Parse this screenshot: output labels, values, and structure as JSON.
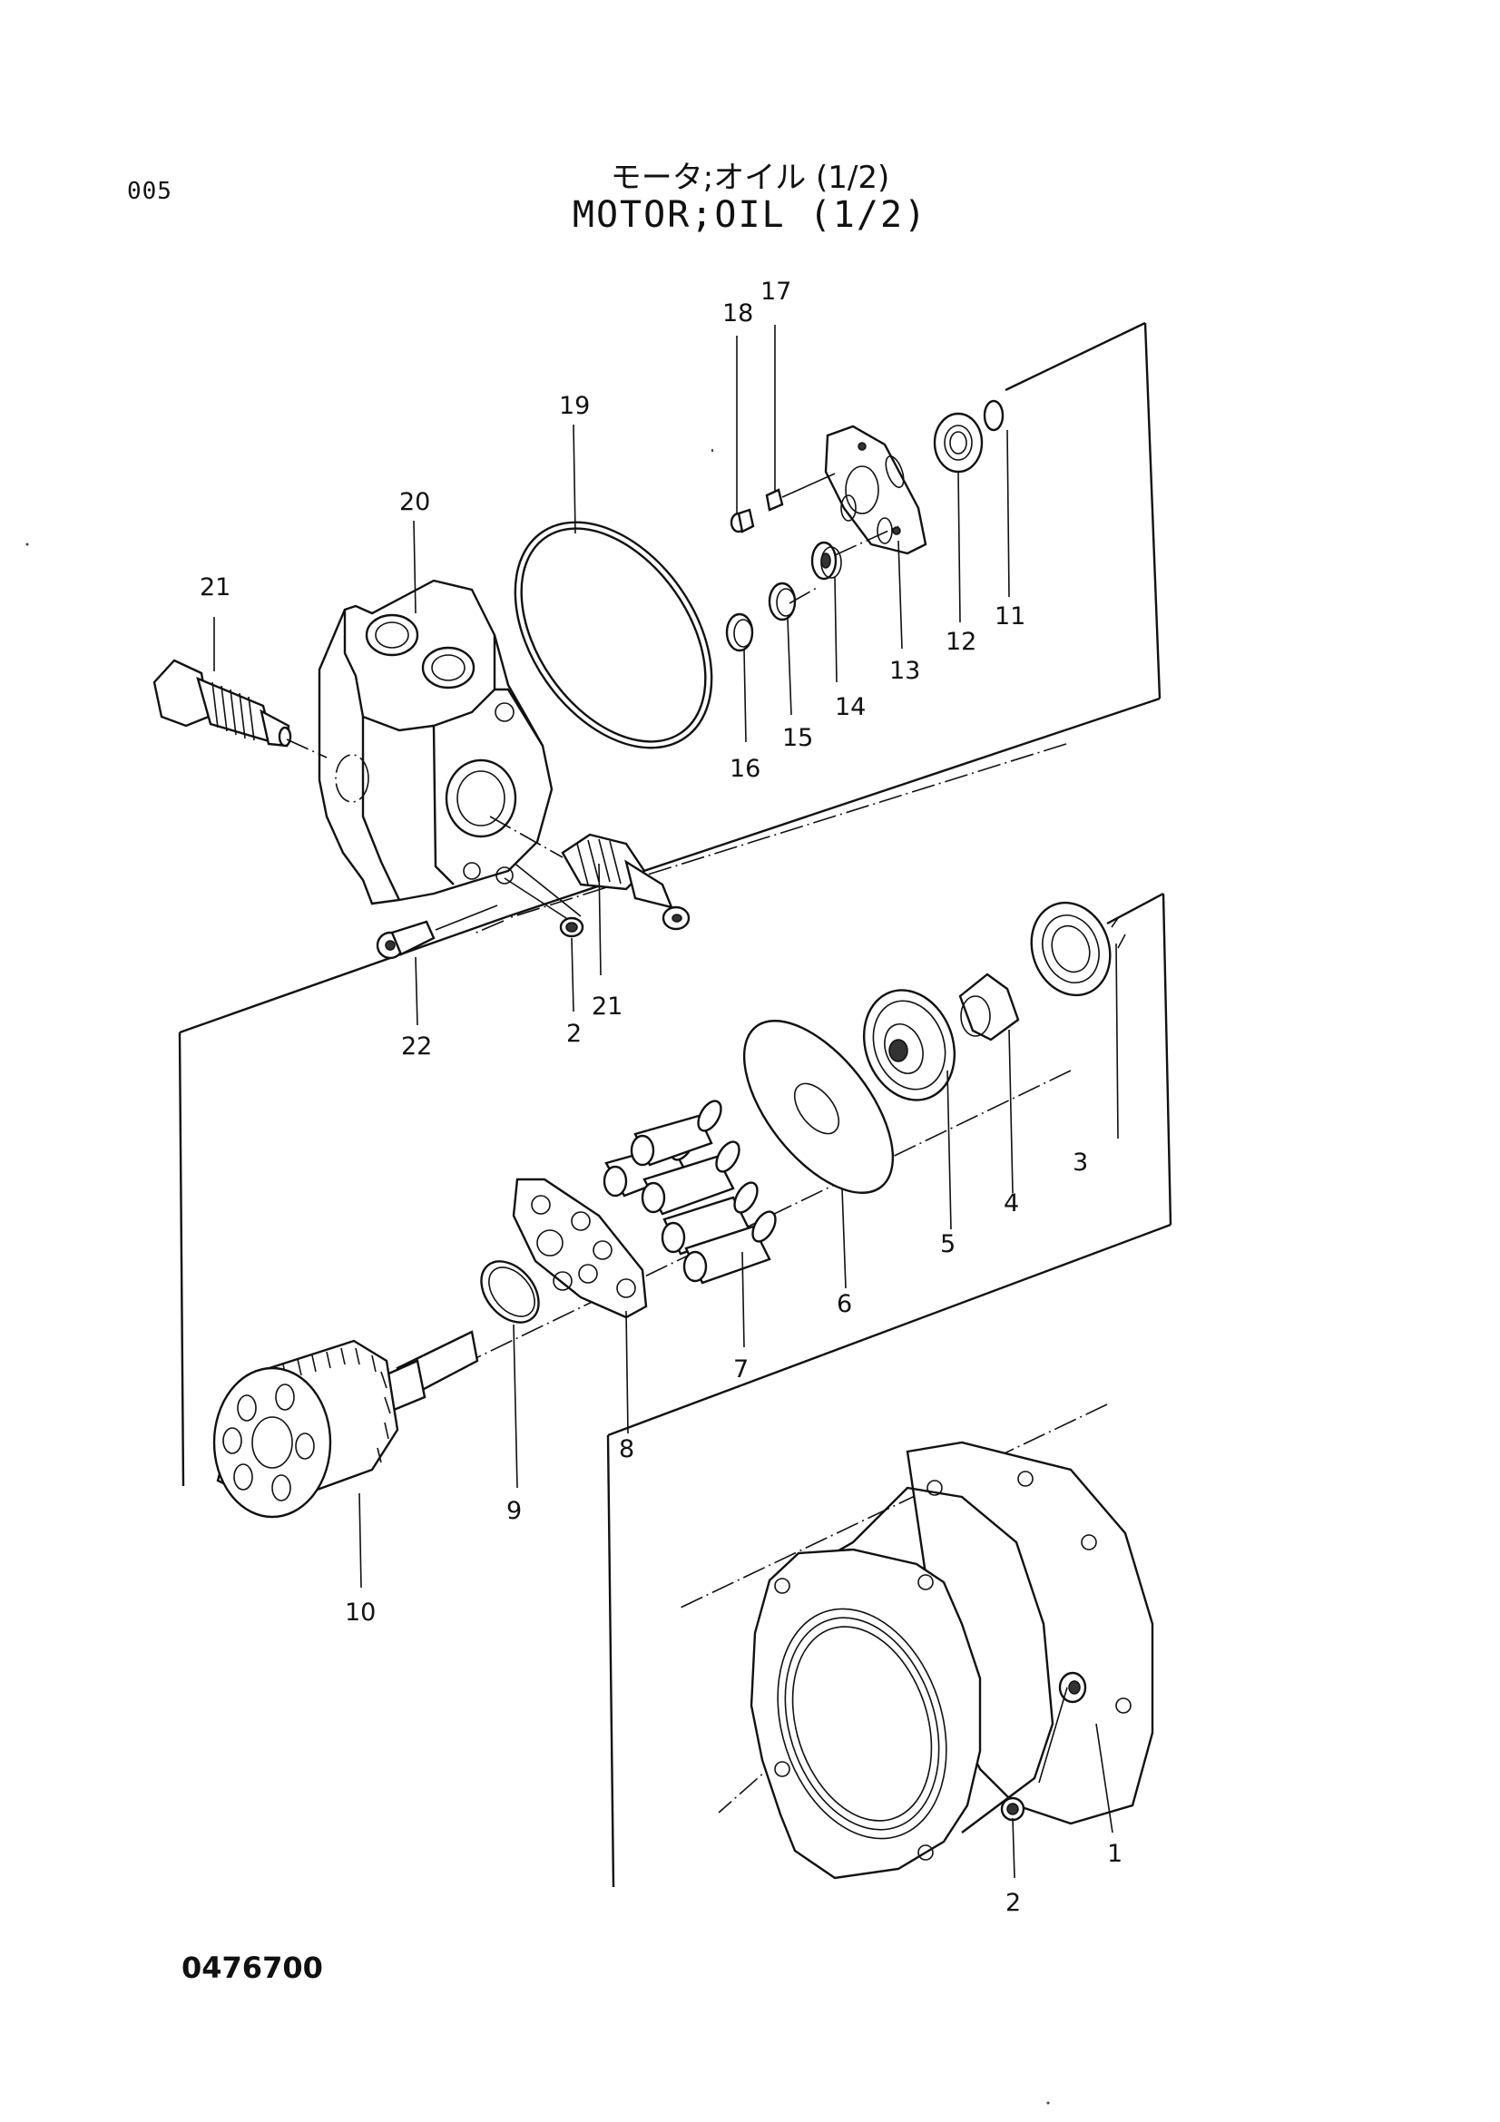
{
  "page_code": "005",
  "title_jp": "モータ;オイル (1/2)",
  "title_en": "MOTOR;OIL (1/2)",
  "drawing_number": "0476700",
  "callouts": {
    "c1": "1",
    "c2a": "2",
    "c2b": "2",
    "c3": "3",
    "c4": "4",
    "c5": "5",
    "c6": "6",
    "c7": "7",
    "c8": "8",
    "c9": "9",
    "c10": "10",
    "c11": "11",
    "c12": "12",
    "c13": "13",
    "c14": "14",
    "c15": "15",
    "c16": "16",
    "c17": "17",
    "c18": "18",
    "c19": "19",
    "c20": "20",
    "c21a": "21",
    "c21b": "21",
    "c22": "22"
  }
}
